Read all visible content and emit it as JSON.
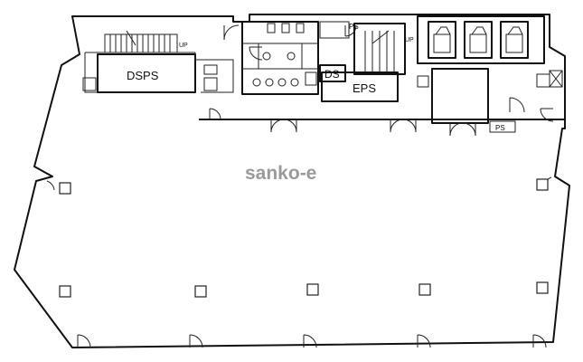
{
  "labels": {
    "dsps": "DSPS",
    "eps": "EPS",
    "ds": "DS",
    "ps_top": "PS",
    "ps_bottom": "PS",
    "up_left": "UP",
    "up_right": "UP"
  },
  "watermark": "sanko-e",
  "colors": {
    "background": "#ffffff",
    "wall": "#111111",
    "watermark": "#9a9a9a"
  }
}
